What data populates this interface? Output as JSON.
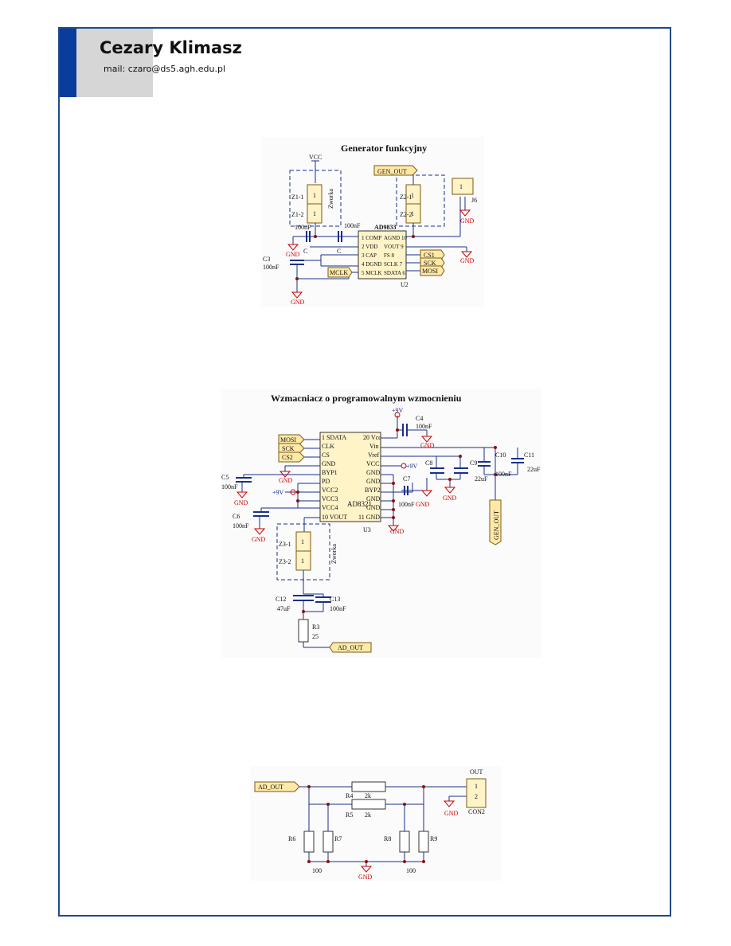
{
  "header": {
    "author": "Cezary Klimasz",
    "mail_label": "mail:",
    "mail": "czaro@ds5.agh.edu.pl"
  },
  "colors": {
    "frame": "#1f4a8c",
    "accent_blue": "#0a3c9c",
    "wire": "#1a2f8a",
    "gnd": "#cc0000",
    "port_fill": "#ffe9a8",
    "part_fill": "#fff3c8"
  },
  "gen": {
    "title": "Generator funkcyjny",
    "vcc": "VCC",
    "zworka": "Zworka",
    "z11": "Z1-1",
    "z12": "Z1-2",
    "z21": "Z2-1",
    "z22": "Z2-2",
    "pin1": "1",
    "port_genout": "GEN_OUT",
    "j6": "J6",
    "j6_pin": "1",
    "cap_100nf_a": "100nF",
    "cap_100nf_b": "100nF",
    "c_a": "C",
    "c_b": "C",
    "c3": "C3",
    "c3_val": "100nF",
    "chip": "AD9833",
    "chip_ref": "U2",
    "pins_left": [
      "1 COMP",
      "2 VDD",
      "3 CAP",
      "4 DGND",
      "5 MCLK"
    ],
    "pins_right": [
      "AGND 10",
      "VOUT 9",
      "FS 8",
      "SCLK 7",
      "SDATA 6"
    ],
    "port_cs1": "CS1",
    "port_sck": "SCK",
    "port_mosi": "MOSI",
    "port_mclk": "MCLK",
    "gnd": "GND"
  },
  "amp": {
    "title": "Wzmacniacz o programowalnym wzmocnieniu",
    "plus9v": "+9V",
    "c4": "C4",
    "c4_val": "100nF",
    "chip": "AD8321",
    "chip_ref": "U3",
    "pins_left": [
      "1 SDATA",
      "CLK",
      "CS",
      "GND",
      "BYP1",
      "PD",
      "VCC2",
      "VCC3",
      "VCC4",
      "10 VOUT"
    ],
    "pins_right": [
      "20 Vcc",
      "Vin",
      "Vref",
      "VCC",
      "GND",
      "GND",
      "BYP2",
      "GND",
      "GND",
      "11 GND"
    ],
    "port_mosi": "MOSI",
    "port_sck": "SCK",
    "port_cs2": "CS2",
    "vcc_9v_a": "+9V",
    "vcc_9v_b": "+9V",
    "c5": "C5",
    "c5_val": "100nF",
    "c6": "C6",
    "c6_val": "100nF",
    "c7": "C7",
    "c7_val": "100nF",
    "c8": "C8",
    "c9": "C9",
    "c9_val": "22uF",
    "c10": "C10",
    "c10_val": "100nF",
    "c11": "C11",
    "c11_val": "22uF",
    "port_genout": "GEN_OUT",
    "z31": "Z3-1",
    "z32": "Z3-2",
    "zworka": "Zworka",
    "pin1": "1",
    "c12": "C12",
    "c12_val": "47uF",
    "c13": "C13",
    "c13_val": "100nF",
    "r3": "R3",
    "r3_val": "25",
    "port_adout": "AD_OUT",
    "gnd": "GND"
  },
  "att": {
    "port_adout": "AD_OUT",
    "r4": "R4",
    "r4_val": "2k",
    "r5": "R5",
    "r5_val": "2k",
    "r6": "R6",
    "r7": "R7",
    "r8": "R8",
    "r9": "R9",
    "val_100_a": "100",
    "val_100_b": "100",
    "out": "OUT",
    "con_pins": [
      "1",
      "2"
    ],
    "con2": "CON2",
    "gnd_a": "GND",
    "gnd_b": "GND"
  }
}
